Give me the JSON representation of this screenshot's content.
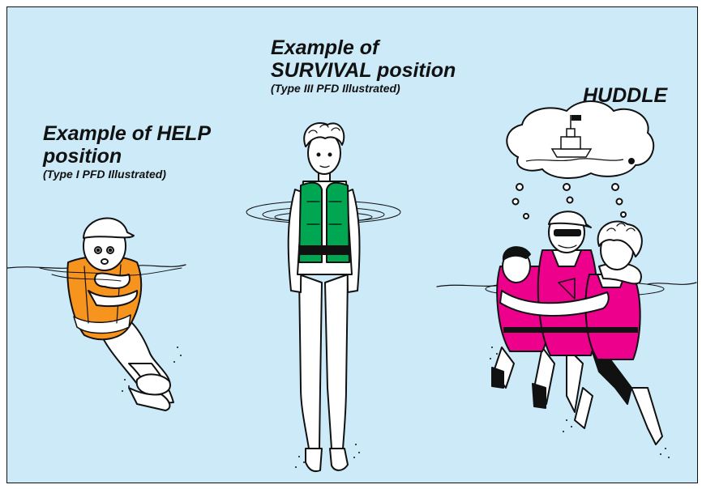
{
  "captions": {
    "help": {
      "title_line1": "Example of HELP",
      "title_line2": "position",
      "subtitle": "(Type I PFD Illustrated)"
    },
    "survival": {
      "title_line1": "Example of",
      "title_line2": "SURVIVAL position",
      "subtitle": "(Type III PFD Illustrated)"
    },
    "huddle": {
      "title": "HUDDLE"
    }
  },
  "colors": {
    "background": "#cdeaf8",
    "type1_pfd": "#f7941d",
    "type3_pfd": "#00a651",
    "huddle_pfd": "#ec008c"
  },
  "icons": {
    "help_figure": "person-floating-help-position",
    "survival_figure": "person-standing-survival-position",
    "huddle_group": "three-people-huddle",
    "thought_bubble": "thought-bubble-rescue-ship"
  }
}
